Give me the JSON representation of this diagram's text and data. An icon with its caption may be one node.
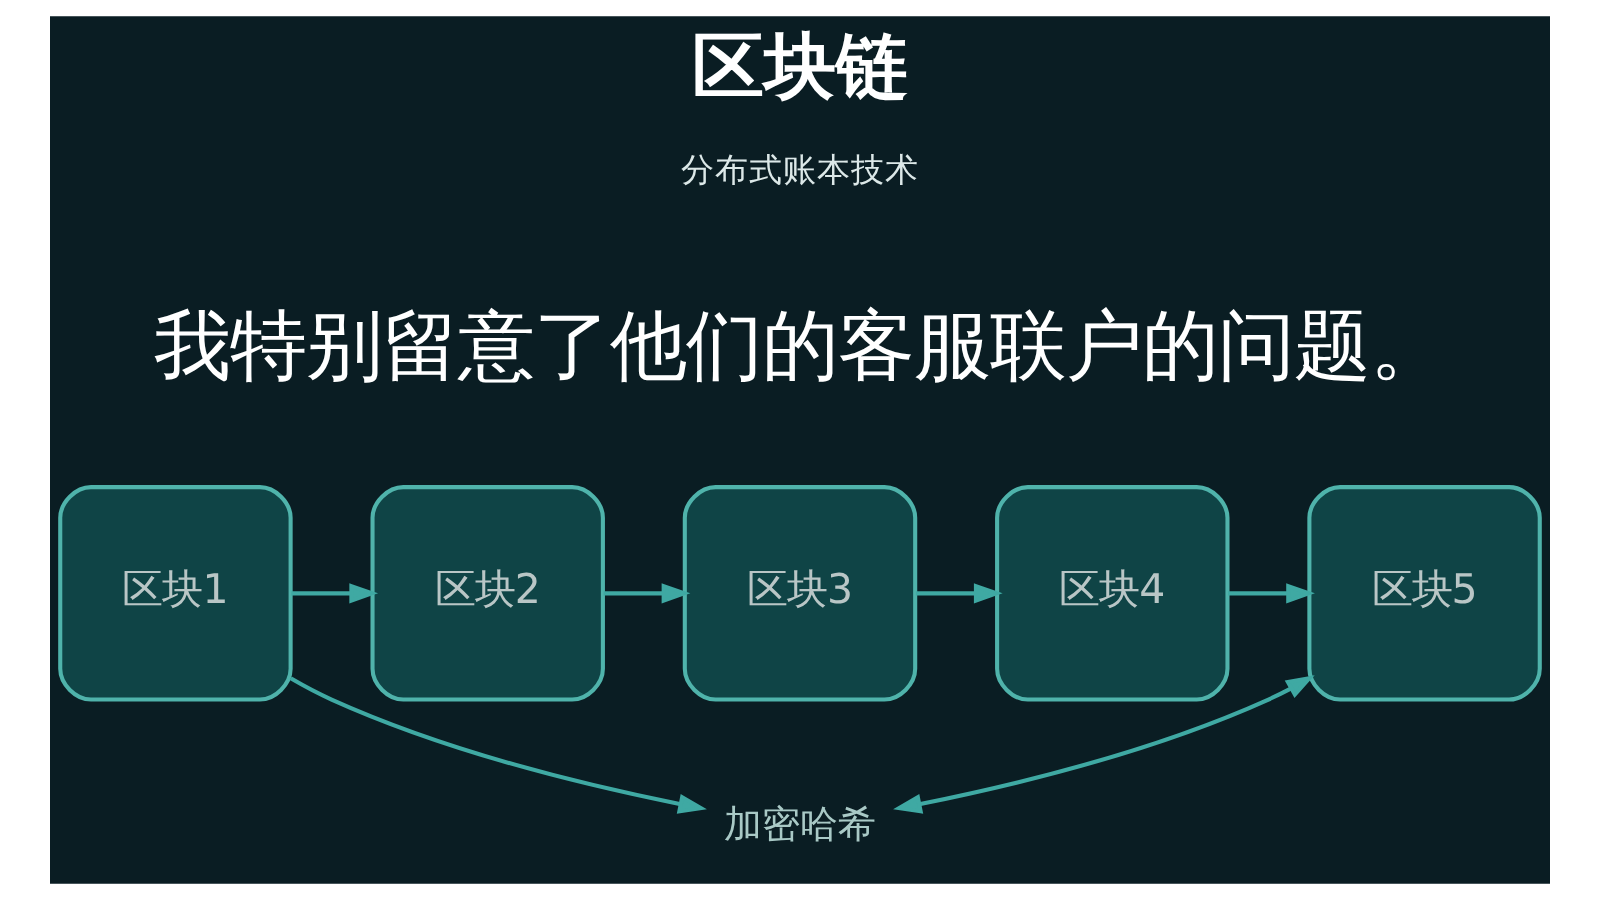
{
  "diagram": {
    "title": "区块链",
    "nodes": [
      {
        "text": [
          "区块1"
        ]
      },
      {
        "text": [
          "区块2"
        ]
      },
      {
        "text": [
          "区块3"
        ]
      },
      {
        "text": [
          "区块4"
        ]
      },
      {
        "text": [
          "区块5"
        ]
      },
      {
        "text": [
          "加密哈希"
        ]
      }
    ],
    "edges": [
      {
        "from": 0,
        "to": 1,
        "arrow": "to"
      },
      {
        "from": 1,
        "to": 2,
        "arrow": "to"
      },
      {
        "from": 2,
        "to": 3,
        "arrow": "to"
      },
      {
        "from": 3,
        "to": 4,
        "arrow": "to"
      },
      {
        "from": 0,
        "to": 5,
        "arrow": "to"
      },
      {
        "from": 4,
        "to": 5,
        "arrow": "both"
      }
    ],
    "labels": [
      "分布式账本技术",
      "我特别留意了他们的客服联户的问题。"
    ]
  }
}
